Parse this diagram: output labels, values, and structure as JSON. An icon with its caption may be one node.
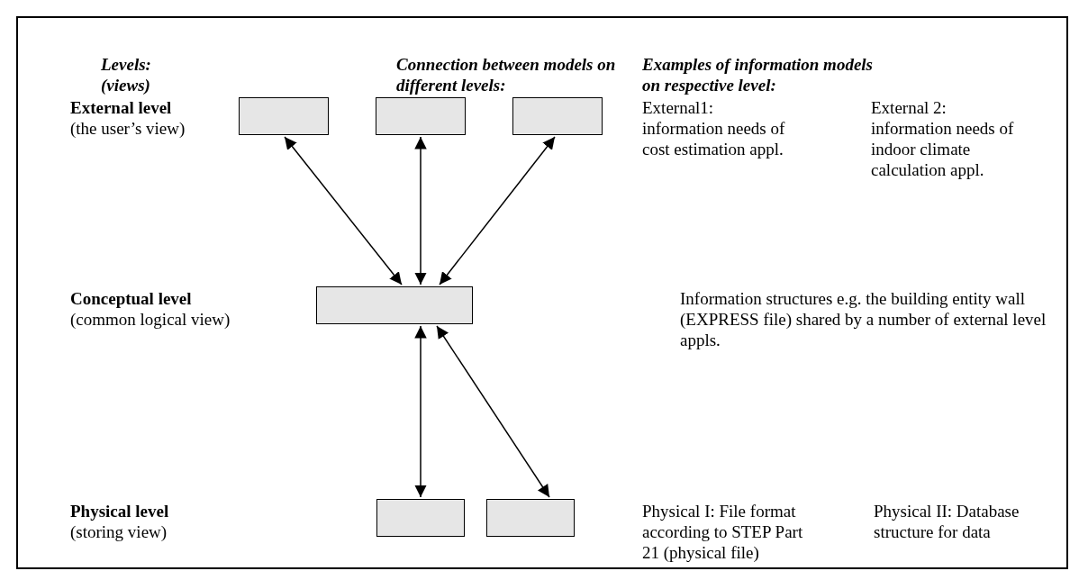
{
  "diagram": {
    "nodes": [
      {
        "text": [],
        "shape": "box"
      },
      {
        "text": [],
        "shape": "box"
      },
      {
        "text": [],
        "shape": "box"
      },
      {
        "text": [],
        "shape": "box"
      },
      {
        "text": [],
        "shape": "box"
      },
      {
        "text": [],
        "shape": "box"
      }
    ],
    "edges": [
      {
        "from": 0,
        "to": 3,
        "arrow": "both"
      },
      {
        "from": 1,
        "to": 3,
        "arrow": "both"
      },
      {
        "from": 2,
        "to": 3,
        "arrow": "both"
      },
      {
        "from": 3,
        "to": 4,
        "arrow": "both"
      },
      {
        "from": 3,
        "to": 5,
        "arrow": "both"
      }
    ],
    "labels": [
      "Levels: (views)",
      "Connection between models on different levels:",
      "Examples of information models on respective level:",
      "External level",
      "(the user’s view)",
      "External1: information needs of cost estimation appl.",
      "External 2: information needs of indoor climate calculation appl.",
      "Conceptual level",
      "(common logical view)",
      "Information structures e.g. the building entity wall (EXPRESS file) shared by a number of external level appls.",
      "Physical level",
      "(storing view)",
      "Physical I: File format according to STEP Part 21 (physical file)",
      "Physical II: Database structure for data"
    ]
  }
}
